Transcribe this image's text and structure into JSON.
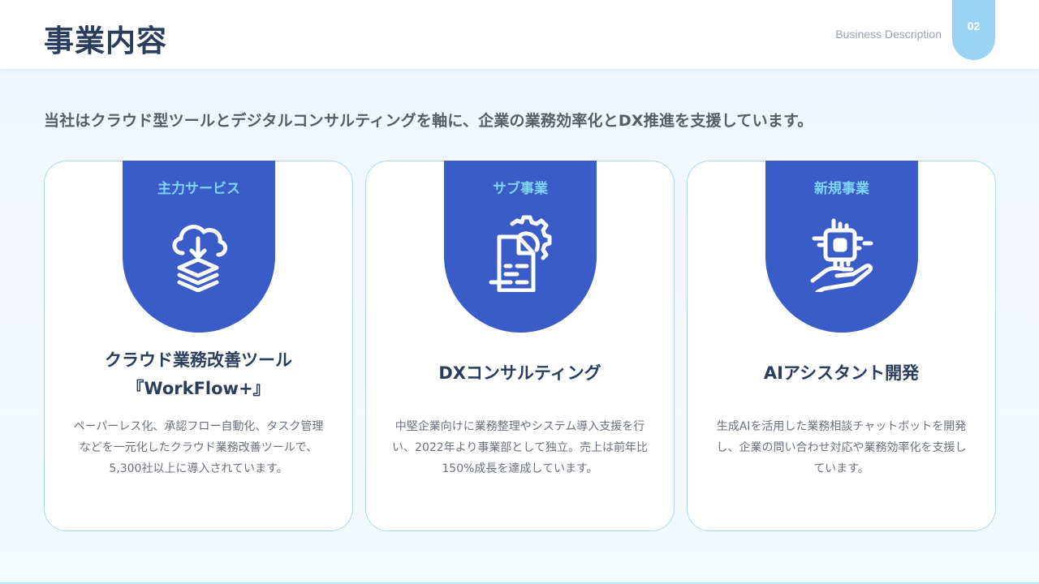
{
  "header": {
    "title": "事業内容",
    "section_label": "Business Description",
    "page_number": "02"
  },
  "intro": "当社はクラウド型ツールとデジタルコンサルティングを軸に、企業の業務効率化とDX推進を支援しています。",
  "colors": {
    "title": "#2b3d5d",
    "badge": "#3a5cc8",
    "badge_label": "#7fd4f6",
    "page_pill": "#9bd4f3",
    "card_border": "#aad8ed"
  },
  "cards": [
    {
      "badge_label": "主力サービス",
      "icon": "cloud-download-layers-icon",
      "title_line1": "クラウド業務改善ツール",
      "title_line2": "『WorkFlow+』",
      "description": "ペーパーレス化、承認フロー自動化、タスク管理などを一元化したクラウド業務改善ツールで、5,300社以上に導入されています。"
    },
    {
      "badge_label": "サブ事業",
      "icon": "document-gear-icon",
      "title_line1": "DXコンサルティング",
      "description": "中堅企業向けに業務整理やシステム導入支援を行い、2022年より事業部として独立。売上は前年比150%成長を達成しています。"
    },
    {
      "badge_label": "新規事業",
      "icon": "hand-chip-icon",
      "title_line1": "AIアシスタント開発",
      "description": "生成AIを活用した業務相談チャットボットを開発し、企業の問い合わせ対応や業務効率化を支援しています。"
    }
  ]
}
